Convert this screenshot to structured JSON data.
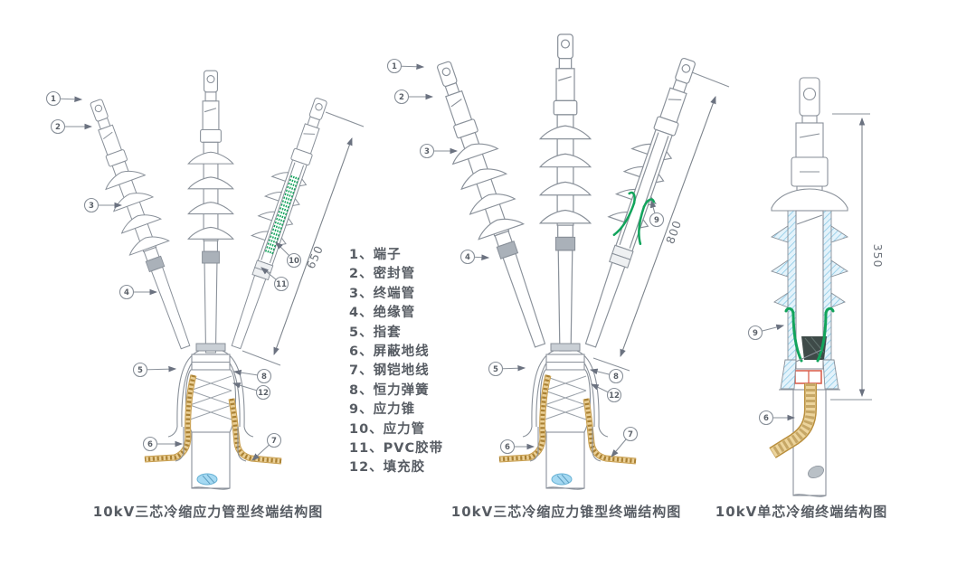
{
  "legend": {
    "items": [
      "1、端子",
      "2、密封管",
      "3、终端管",
      "4、绝缘管",
      "5、指套",
      "6、屏蔽地线",
      "7、钢铠地线",
      "8、恒力弹簧",
      "9、应力锥",
      "10、应力管",
      "11、PVC胶带",
      "12、填充胶"
    ]
  },
  "captions": {
    "d1": "10kV三芯冷缩应力管型终端结构图",
    "d2": "10kV三芯冷缩应力锥型终端结构图",
    "d3": "10kV单芯冷缩终端结构图"
  },
  "dimensions": {
    "d1": "650",
    "d2": "800",
    "d3": "350"
  },
  "callouts": {
    "d1": [
      "1",
      "2",
      "3",
      "4",
      "5",
      "6",
      "7",
      "8",
      "12",
      "10",
      "11"
    ],
    "d2": [
      "1",
      "2",
      "3",
      "4",
      "5",
      "6",
      "7",
      "8",
      "12",
      "9"
    ],
    "d3": [
      "9",
      "6"
    ]
  },
  "colors": {
    "line": "#8a919a",
    "stress_green": "#12a45c",
    "ground_wire_yellow": "#eacf96",
    "cable_blue": "#a5d9f2",
    "spring_red": "#d9604f",
    "text_gray": "#575c63"
  }
}
